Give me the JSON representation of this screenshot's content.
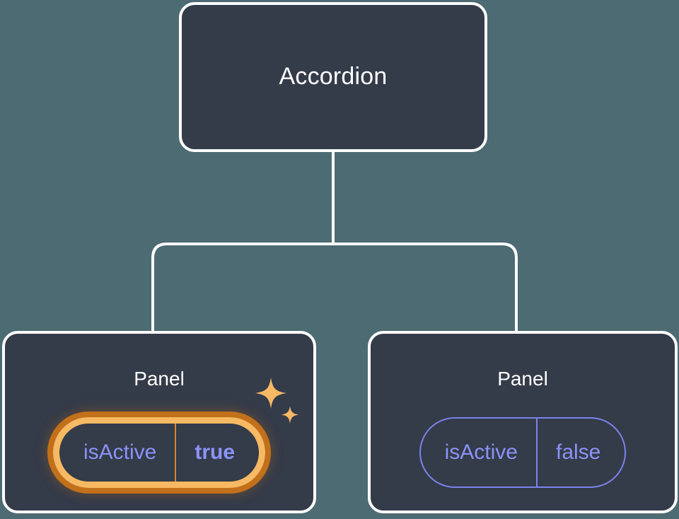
{
  "canvas": {
    "background_color": "#4d6b73",
    "node_fill_color": "#343b49",
    "node_border_color": "#ffffff",
    "connector_color": "#ffffff",
    "accent_prop_color": "#8b93f8",
    "highlight_ring_outer_color": "#c2701a",
    "highlight_ring_inner_color": "#f7b963",
    "sparkle_color": "#f7b963"
  },
  "tree": {
    "root": {
      "title": "Accordion"
    },
    "children": [
      {
        "title": "Panel",
        "highlighted": true,
        "prop": {
          "key": "isActive",
          "value": "true"
        },
        "sparkle_count": 2
      },
      {
        "title": "Panel",
        "highlighted": false,
        "prop": {
          "key": "isActive",
          "value": "false"
        },
        "sparkle_count": 0
      }
    ]
  }
}
